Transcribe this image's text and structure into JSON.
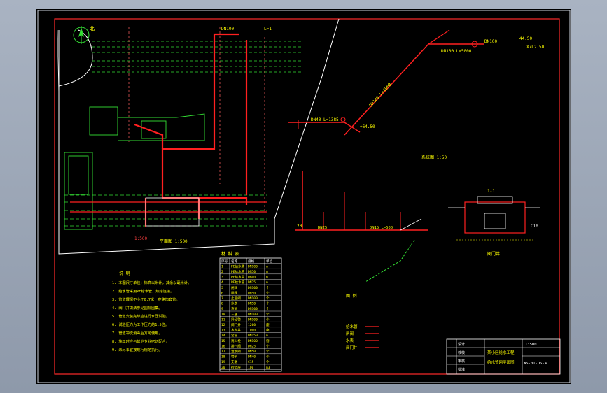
{
  "colors": {
    "background": "#000000",
    "frame": "#ff2a2a",
    "pipe": "#ff2020",
    "grid": "#33dd33",
    "text": "#ffff00",
    "misc": "#ffffff",
    "viewport_border": "#cfd6e0"
  },
  "labels": {
    "north": "北",
    "top_pipe_a": "DN100",
    "top_pipe_b": "L=1",
    "top_right_ref": "X7L2.50",
    "top_right_level": "44.50",
    "top_right_pipe": "DN100",
    "slope_pipe_1": "DN100 L=5000",
    "slope_pipe_2": "DN100 L=4000",
    "mid_pipe": "DN40 L=1385",
    "mid_level": "+64.50",
    "profile_level": "20",
    "profile_a": "DN25",
    "profile_b": "DN15 L=500",
    "section_title": "1-1",
    "section_side": "C10",
    "site_scale": "1:500",
    "plan_caption": "平面图 1:500",
    "axon_caption": "系统图 1:50",
    "detail_caption": "阀门井",
    "notes_title": "说  明",
    "table_title": "材 料 表",
    "legend_title": "图 例",
    "drawing_no": "WS-01-DS-4"
  },
  "notes": [
    "1. 本图尺寸单位：标高以米计，其余以毫米计。",
    "2. 给水管采用PE给水管，热熔连接。",
    "3. 管道埋深不小于0.7米，穿路加套管。",
    "4. 阀门井做法参见国标图集。",
    "5. 管道安装完毕应进行水压试验。",
    "6. 试验压力为工作压力的1.5倍。",
    "7. 管道冲洗消毒后方可使用。",
    "8. 施工时应与其他专业密切配合。",
    "9. 未尽事宜按现行规范执行。"
  ],
  "legend": [
    "给水管",
    "闸阀",
    "水表",
    "阀门井"
  ],
  "materials": {
    "headers": [
      "序号",
      "名称",
      "规格",
      "单位"
    ],
    "rows": [
      [
        "1",
        "PE给水管",
        "DN100",
        "m"
      ],
      [
        "2",
        "PE给水管",
        "DN50",
        "m"
      ],
      [
        "3",
        "PE给水管",
        "DN40",
        "m"
      ],
      [
        "4",
        "PE给水管",
        "DN25",
        "m"
      ],
      [
        "5",
        "闸阀",
        "DN100",
        "个"
      ],
      [
        "6",
        "闸阀",
        "DN50",
        "个"
      ],
      [
        "7",
        "止回阀",
        "DN100",
        "个"
      ],
      [
        "8",
        "水表",
        "DN50",
        "个"
      ],
      [
        "9",
        "弯头",
        "DN100",
        "个"
      ],
      [
        "10",
        "三通",
        "DN100",
        "个"
      ],
      [
        "11",
        "异径管",
        "DN100",
        "个"
      ],
      [
        "12",
        "阀门井",
        "1200",
        "座"
      ],
      [
        "13",
        "水表井",
        "1000",
        "座"
      ],
      [
        "14",
        "套管",
        "DN150",
        "m"
      ],
      [
        "15",
        "消火栓",
        "DN100",
        "套"
      ],
      [
        "16",
        "排气阀",
        "DN25",
        "个"
      ],
      [
        "17",
        "泄水阀",
        "DN50",
        "个"
      ],
      [
        "18",
        "管卡",
        "DN40",
        "个"
      ],
      [
        "19",
        "支墩",
        "C15",
        "个"
      ],
      [
        "20",
        "砂垫层",
        "100",
        "m3"
      ]
    ]
  },
  "title_block": {
    "project": "某小区给水工程",
    "drawing": "给水管网平面图",
    "scale": "1:500",
    "rows": [
      "设计",
      "校核",
      "审核",
      "批准"
    ]
  }
}
